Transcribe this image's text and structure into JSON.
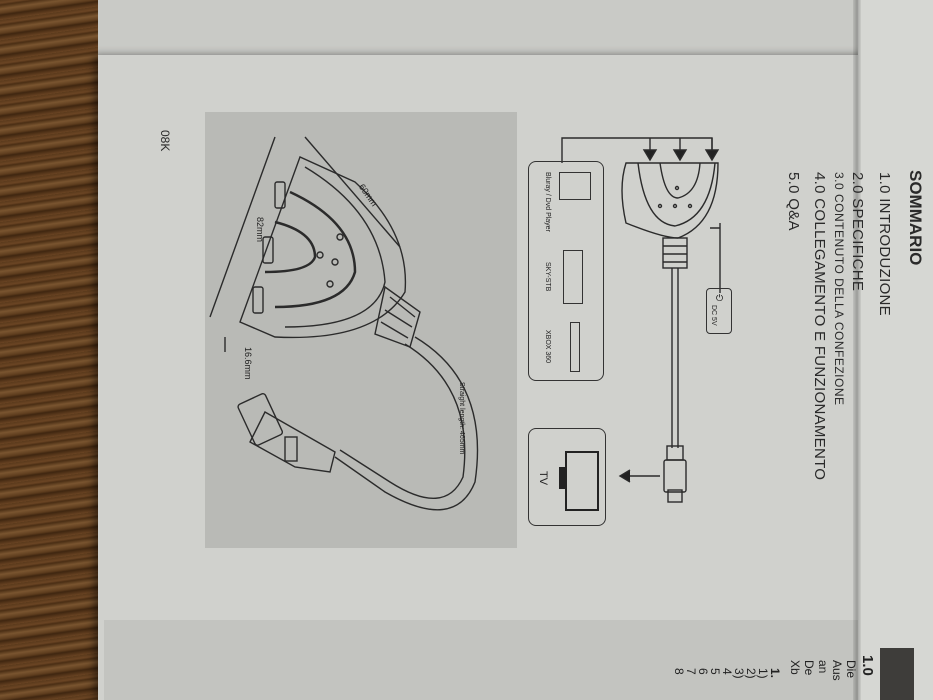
{
  "document": {
    "edge_text": "08K",
    "toc": {
      "title": "SOMMARIO",
      "items": [
        {
          "label": "1.0  INTRODUZIONE"
        },
        {
          "label": "2.0  SPECIFICHE"
        },
        {
          "label": "3.0  CONTENUTO DELLA CONFEZIONE"
        },
        {
          "label": "4.0  COLLEGAMENTO E FUNZIONAMENTO"
        },
        {
          "label": "5.0 Q&A"
        }
      ]
    },
    "product_figure": {
      "dimensions": {
        "width": "82mm",
        "depth": "60mm",
        "height": "16.6mm",
        "cable": "Straight length: 465mm"
      }
    },
    "connection_diagram": {
      "sources": [
        {
          "label": "Bluray / Dvd Player",
          "icon": "disc-player-icon"
        },
        {
          "label": "SKY-STB",
          "icon": "set-top-box-icon"
        },
        {
          "label": "XBOX 360",
          "icon": "game-console-icon"
        }
      ],
      "power": {
        "label": "DC 5V",
        "icon": "power-plug-icon"
      },
      "output": {
        "label": "TV",
        "icon": "tv-icon"
      }
    },
    "next_page_fragments": {
      "heading": "1.0",
      "lines": [
        "Die",
        "Aus",
        "an",
        "De",
        "Xb"
      ],
      "list": [
        "1.",
        "1)",
        "2)",
        "3)",
        "4",
        "5",
        "6",
        "7",
        "8"
      ]
    }
  },
  "colors": {
    "paper": "#d0d1cd",
    "figure_bg": "#b9bab6",
    "ink": "#2a2a2a",
    "wood": "#5a3a1c"
  }
}
